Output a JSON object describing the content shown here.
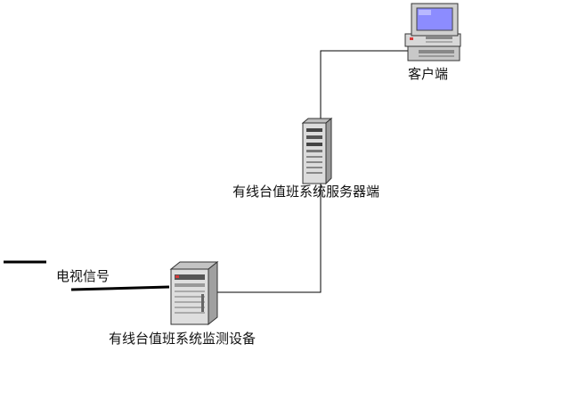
{
  "nodes": {
    "client": {
      "label": "客户端",
      "icon": "desktop-computer-icon"
    },
    "server": {
      "label": "有线台值班系统服务器端",
      "icon": "tower-server-icon"
    },
    "monitor": {
      "label": "有线台值班系统监测设备",
      "icon": "server-cabinet-icon"
    },
    "signal": {
      "label": "电视信号"
    }
  },
  "edges": [
    {
      "from": "server",
      "to": "client"
    },
    {
      "from": "monitor",
      "to": "server"
    },
    {
      "from": "signal",
      "to": "monitor"
    }
  ],
  "colors": {
    "line": "#000000",
    "device_body": "#d4d4d4",
    "screen": "#8c8cff",
    "led": "#d83a3a"
  }
}
